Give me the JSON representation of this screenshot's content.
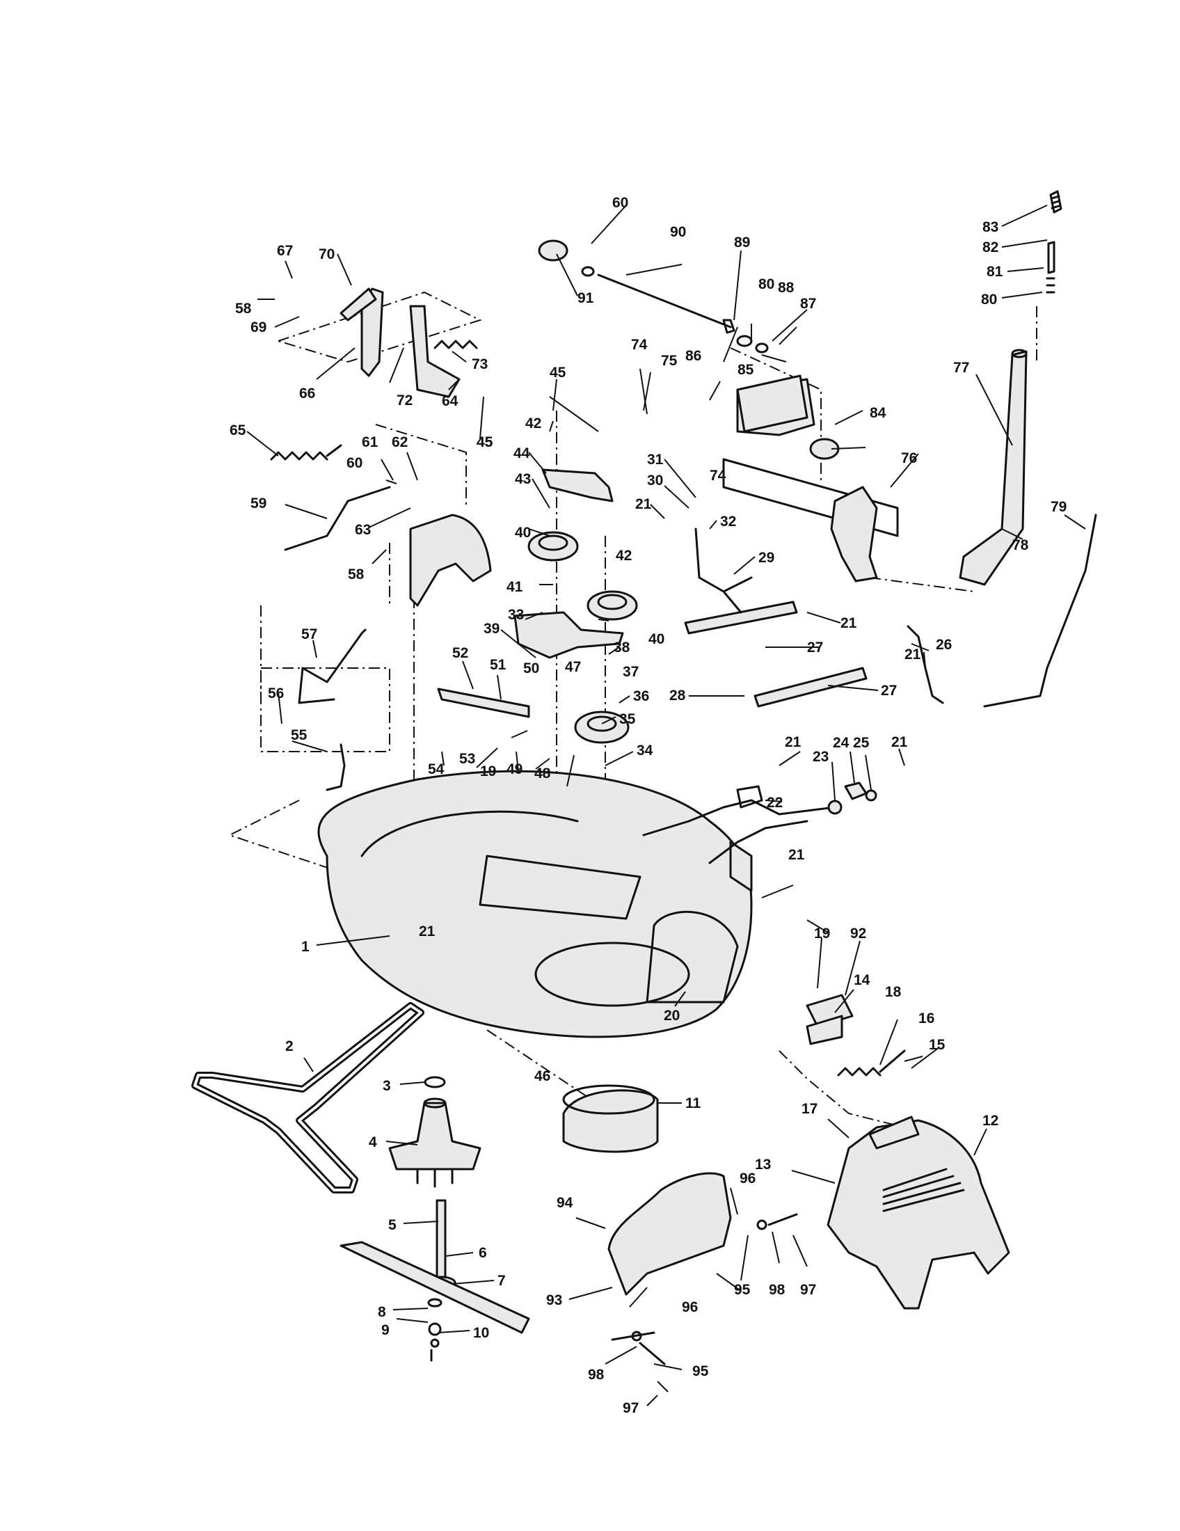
{
  "callouts": {
    "c1": "1",
    "c2": "2",
    "c3": "3",
    "c4": "4",
    "c5": "5",
    "c6": "6",
    "c7": "7",
    "c8": "8",
    "c9": "9",
    "c10": "10",
    "c11": "11",
    "c12": "12",
    "c13": "13",
    "c14": "14",
    "c15": "15",
    "c16": "16",
    "c17": "17",
    "c18": "18",
    "c19a": "19",
    "c19b": "19",
    "c20": "20",
    "c21a": "21",
    "c21b": "21",
    "c21c": "21",
    "c21d": "21",
    "c21e": "21",
    "c21f": "21",
    "c21g": "21",
    "c22": "22",
    "c23": "23",
    "c24": "24",
    "c25": "25",
    "c26": "26",
    "c27a": "27",
    "c27b": "27",
    "c28": "28",
    "c29": "29",
    "c30": "30",
    "c31": "31",
    "c32": "32",
    "c33": "33",
    "c34": "34",
    "c35": "35",
    "c36": "36",
    "c37": "37",
    "c38": "38",
    "c39": "39",
    "c40a": "40",
    "c40b": "40",
    "c41": "41",
    "c42a": "42",
    "c42b": "42",
    "c43": "43",
    "c44": "44",
    "c45a": "45",
    "c45b": "45",
    "c46": "46",
    "c47": "47",
    "c48": "48",
    "c49": "49",
    "c50": "50",
    "c51": "51",
    "c52": "52",
    "c53": "53",
    "c54": "54",
    "c55": "55",
    "c56": "56",
    "c57": "57",
    "c58a": "58",
    "c58b": "58",
    "c59": "59",
    "c60a": "60",
    "c60b": "60",
    "c61": "61",
    "c62": "62",
    "c63": "63",
    "c64": "64",
    "c65": "65",
    "c66": "66",
    "c67": "67",
    "c69": "69",
    "c70": "70",
    "c72": "72",
    "c73": "73",
    "c74a": "74",
    "c74b": "74",
    "c75": "75",
    "c76": "76",
    "c77": "77",
    "c78": "78",
    "c79": "79",
    "c80a": "80",
    "c80b": "80",
    "c81": "81",
    "c82": "82",
    "c83": "83",
    "c84": "84",
    "c85": "85",
    "c86": "86",
    "c87": "87",
    "c88": "88",
    "c89": "89",
    "c90": "90",
    "c91": "91",
    "c92": "92",
    "c93": "93",
    "c94": "94",
    "c95a": "95",
    "c95b": "95",
    "c96a": "96",
    "c96b": "96",
    "c97a": "97",
    "c97b": "97",
    "c98a": "98",
    "c98b": "98"
  }
}
